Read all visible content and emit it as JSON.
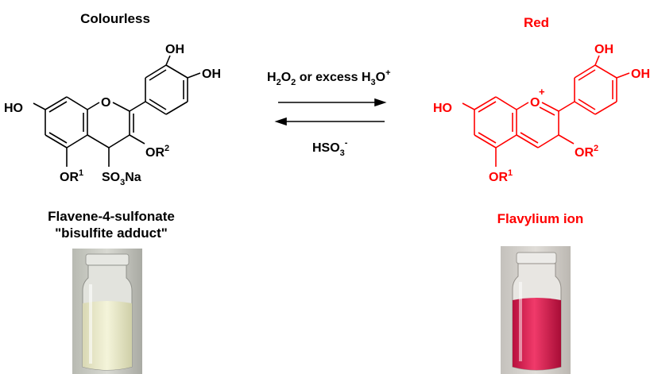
{
  "left": {
    "state": "Colourless",
    "name_line1": "Flavene-4-sulfonate",
    "name_line2": "\"bisulfite adduct\"",
    "atoms": {
      "ho": "HO",
      "o_ring": "O",
      "oh_top": "OH",
      "oh_right": "OH",
      "or2": "OR",
      "or2_sup": "2",
      "or1": "OR",
      "or1_sup": "1",
      "so3na_a": "SO",
      "so3na_sub": "3",
      "so3na_b": "Na"
    },
    "color": "#000000"
  },
  "right": {
    "state": "Red",
    "name": "Flavylium ion",
    "atoms": {
      "ho": "HO",
      "o_ring": "O",
      "plus": "+",
      "oh_top": "OH",
      "oh_right": "OH",
      "or2": "OR",
      "or2_sup": "2",
      "or1": "OR",
      "or1_sup": "1"
    },
    "color": "#ff0000"
  },
  "reaction": {
    "forward_a": "H",
    "forward_a_sub": "2",
    "forward_b": "O",
    "forward_b_sub": "2",
    "forward_c": " or excess H",
    "forward_c_sub": "3",
    "forward_d": "O",
    "forward_d_sup": "+",
    "reverse_a": "HSO",
    "reverse_a_sub": "3",
    "reverse_a_sup": "-"
  },
  "vials": {
    "left_liquid": "#f0f0d0",
    "right_liquid": "#e8205a"
  }
}
